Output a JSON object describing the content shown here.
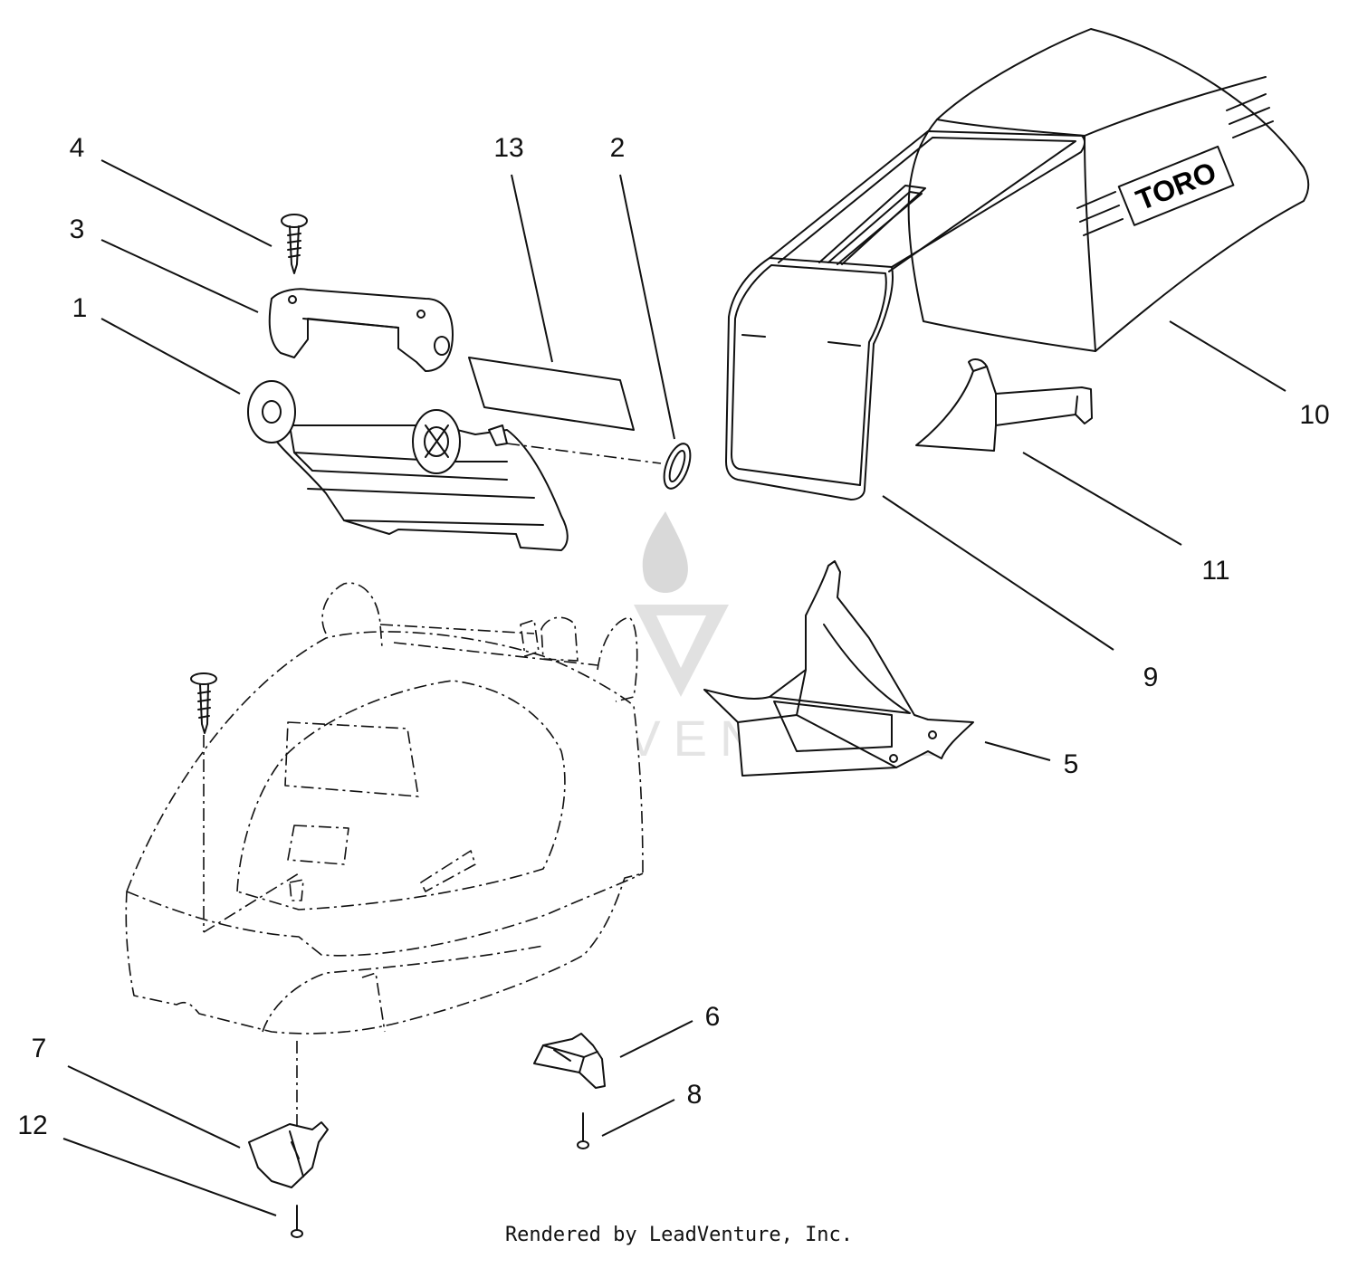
{
  "diagram": {
    "callouts": [
      {
        "id": "1",
        "label": "1"
      },
      {
        "id": "2",
        "label": "2"
      },
      {
        "id": "3",
        "label": "3"
      },
      {
        "id": "4",
        "label": "4"
      },
      {
        "id": "5",
        "label": "5"
      },
      {
        "id": "6",
        "label": "6"
      },
      {
        "id": "7",
        "label": "7"
      },
      {
        "id": "8",
        "label": "8"
      },
      {
        "id": "9",
        "label": "9"
      },
      {
        "id": "10",
        "label": "10"
      },
      {
        "id": "11",
        "label": "11"
      },
      {
        "id": "12",
        "label": "12"
      },
      {
        "id": "13",
        "label": "13"
      }
    ],
    "bag_brand": "TORO",
    "watermark": "LEADVENTURE"
  },
  "footer": {
    "text": "Rendered by LeadVenture, Inc."
  }
}
